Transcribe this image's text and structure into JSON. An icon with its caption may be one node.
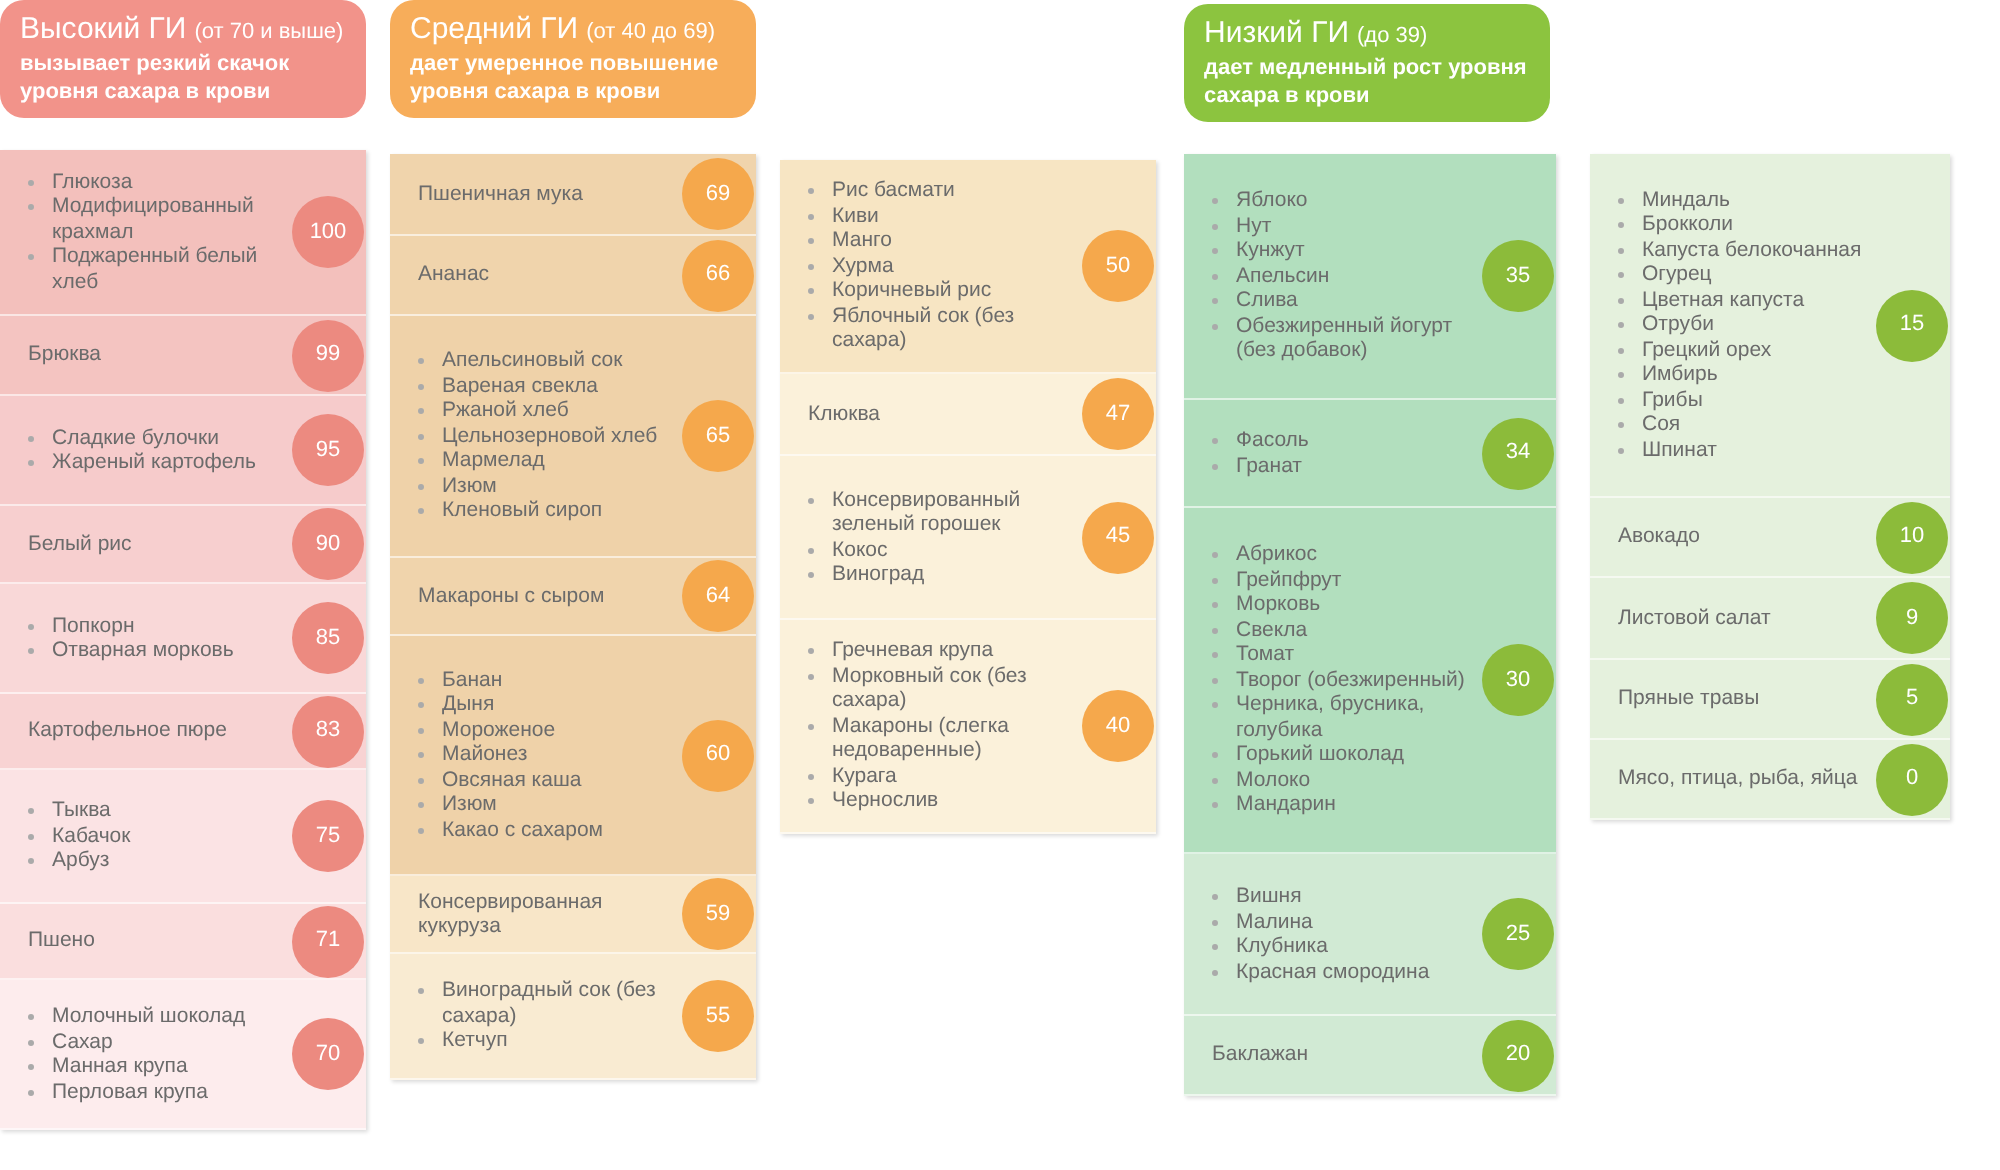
{
  "diagram": {
    "nodes": [
      {
        "text": [
          "Высокий ГИ",
          "(от 70 и выше)",
          "вызывает резкий скачок уровня сахара в крови"
        ]
      },
      {
        "text": [
          "Средний ГИ",
          "(от 40 до 69)",
          "дает умеренное повышение уровня сахара в крови"
        ]
      },
      {
        "text": [
          "Низкий ГИ",
          "(до 39)",
          "дает медленный рост уровня сахара в крови"
        ]
      },
      {
        "text": [],
        "shape": "box"
      },
      {
        "text": [
          "Глюкоза",
          "Модифицированный крахмал",
          "Поджаренный белый хлеб"
        ],
        "in": 3
      },
      {
        "text": [
          "Брюква"
        ],
        "in": 3
      },
      {
        "text": [
          "Сладкие булочки",
          "Жареный картофель"
        ],
        "in": 3
      },
      {
        "text": [
          "Белый рис"
        ],
        "in": 3
      },
      {
        "text": [
          "Попкорн",
          "Отварная морковь"
        ],
        "in": 3
      },
      {
        "text": [
          "Картофельное пюре"
        ],
        "in": 3
      },
      {
        "text": [
          "Тыква",
          "Кабачок",
          "Арбуз"
        ],
        "in": 3
      },
      {
        "text": [
          "Пшено"
        ],
        "in": 3
      },
      {
        "text": [
          "Молочный шоколад",
          "Сахар",
          "Манная крупа",
          "Перловая крупа"
        ],
        "in": 3
      },
      {
        "text": [],
        "shape": "box"
      },
      {
        "text": [
          "Пшеничная мука"
        ],
        "in": 13
      },
      {
        "text": [
          "Ананас"
        ],
        "in": 13
      },
      {
        "text": [
          "Апельсиновый сок",
          "Вареная свекла",
          "Ржаной хлеб",
          "Цельнозерновой хлеб",
          "Мармелад",
          "Изюм",
          "Кленовый сироп"
        ],
        "in": 13
      },
      {
        "text": [
          "Макароны с сыром"
        ],
        "in": 13
      },
      {
        "text": [
          "Банан",
          "Дыня",
          "Мороженое",
          "Майонез",
          "Овсяная каша",
          "Изюм",
          "Какао с сахаром"
        ],
        "in": 13
      },
      {
        "text": [
          "Консервированная кукуруза"
        ],
        "in": 13
      },
      {
        "text": [
          "Виноградный сок (без сахара)",
          "Кетчуп"
        ],
        "in": 13
      },
      {
        "text": [],
        "shape": "box"
      },
      {
        "text": [
          "Рис басмати",
          "Киви",
          "Манго",
          "Хурма",
          "Коричневый рис",
          "Яблочный сок (без сахара)"
        ],
        "in": 21
      },
      {
        "text": [
          "Клюква"
        ],
        "in": 21
      },
      {
        "text": [
          "Консервированный зеленый горошек",
          "Кокос",
          "Виноград"
        ],
        "in": 21
      },
      {
        "text": [
          "Гречневая крупа",
          "Морковный сок (без сахара)",
          "Макароны (слегка недоваренные)",
          "Курага",
          "Чернослив"
        ],
        "in": 21
      },
      {
        "text": [],
        "shape": "box"
      },
      {
        "text": [
          "Яблоко",
          "Нут",
          "Кунжут",
          "Апельсин",
          "Слива",
          "Обезжиренный йогурт (без добавок)"
        ],
        "in": 26
      },
      {
        "text": [
          "Фасоль",
          "Гранат"
        ],
        "in": 26
      },
      {
        "text": [
          "Абрикос",
          "Грейпфрут",
          "Морковь",
          "Свекла",
          "Томат",
          "Творог (обезжиренный)",
          "Черника, брусника, голубика",
          "Горький шоколад",
          "Молоко",
          "Мандарин"
        ],
        "in": 26
      },
      {
        "text": [
          "Вишня",
          "Малина",
          "Клубника",
          "Красная смородина"
        ],
        "in": 26
      },
      {
        "text": [
          "Баклажан"
        ],
        "in": 26
      },
      {
        "text": [],
        "shape": "box"
      },
      {
        "text": [
          "Миндаль",
          "Брокколи",
          "Капуста белокочанная",
          "Огурец",
          "Цветная капуста",
          "Отруби",
          "Грецкий орех",
          "Имбирь",
          "Грибы",
          "Соя",
          "Шпинат"
        ],
        "in": 32
      },
      {
        "text": [
          "Авокадо"
        ],
        "in": 32
      },
      {
        "text": [
          "Листовой салат"
        ],
        "in": 32
      },
      {
        "text": [
          "Пряные травы"
        ],
        "in": 32
      },
      {
        "text": [
          "Мясо, птица, рыба, яйца"
        ],
        "in": 32
      },
      {
        "text": [
          "100"
        ],
        "in": 4
      },
      {
        "text": [
          "99"
        ],
        "in": 5
      },
      {
        "text": [
          "95"
        ],
        "in": 6
      },
      {
        "text": [
          "90"
        ],
        "in": 7
      },
      {
        "text": [
          "85"
        ],
        "in": 8
      },
      {
        "text": [
          "83"
        ],
        "in": 9
      },
      {
        "text": [
          "75"
        ],
        "in": 10
      },
      {
        "text": [
          "71"
        ],
        "in": 11
      },
      {
        "text": [
          "70"
        ],
        "in": 12
      },
      {
        "text": [
          "69"
        ],
        "in": 14
      },
      {
        "text": [
          "66"
        ],
        "in": 15
      },
      {
        "text": [
          "65"
        ],
        "in": 16
      },
      {
        "text": [
          "64"
        ],
        "in": 17
      },
      {
        "text": [
          "60"
        ],
        "in": 18
      },
      {
        "text": [
          "59"
        ],
        "in": 19
      },
      {
        "text": [
          "55"
        ],
        "in": 20
      },
      {
        "text": [
          "50"
        ],
        "in": 22
      },
      {
        "text": [
          "47"
        ],
        "in": 23
      },
      {
        "text": [
          "45"
        ],
        "in": 24
      },
      {
        "text": [
          "40"
        ],
        "in": 25
      },
      {
        "text": [
          "35"
        ],
        "in": 27
      },
      {
        "text": [
          "34"
        ],
        "in": 28
      },
      {
        "text": [
          "30"
        ],
        "in": 29
      },
      {
        "text": [
          "25"
        ],
        "in": 30
      },
      {
        "text": [
          "20"
        ],
        "in": 31
      },
      {
        "text": [
          "15"
        ],
        "in": 33
      },
      {
        "text": [
          "10"
        ],
        "in": 34
      },
      {
        "text": [
          "9"
        ],
        "in": 35
      },
      {
        "text": [
          "5"
        ],
        "in": 36
      },
      {
        "text": [
          "0"
        ],
        "in": 37
      }
    ]
  }
}
